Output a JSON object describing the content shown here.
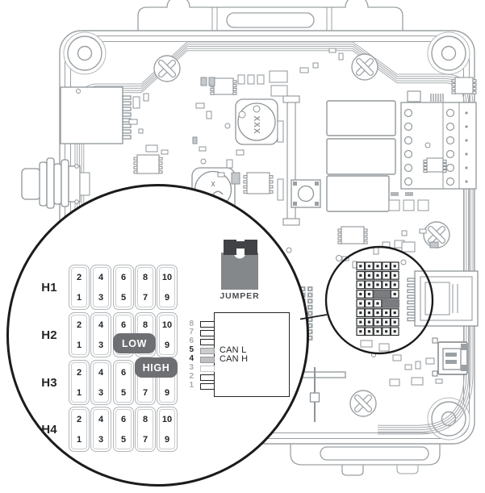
{
  "colors": {
    "enclosure_line": "#9ba0a3",
    "component_line": "#8f9498",
    "black": "#232527",
    "badge_gray": "#6d6f72",
    "jumper_body": "#85888b",
    "jumper_prong": "#414245",
    "cell_border": "#b2b6b9",
    "muted_number": "#a9acaf",
    "pin5_fill": "#cbcdcf",
    "pin4_fill": "#bec0c3"
  },
  "board": {
    "crystal_text": "XXX",
    "buzzer_text": "X",
    "callout": {
      "rows": 8,
      "cols": 5,
      "jumpered": [
        {
          "row": 3,
          "col_start": 2,
          "span": 2
        },
        {
          "row": 4,
          "col_start": 3,
          "span": 2
        }
      ]
    }
  },
  "magnifier": {
    "jumper_icon_label": "JUMPER",
    "headers": [
      {
        "label": "H1",
        "pins": [
          [
            "2",
            "1"
          ],
          [
            "4",
            "3"
          ],
          [
            "6",
            "5"
          ],
          [
            "8",
            "7"
          ],
          [
            "10",
            "9"
          ]
        ],
        "jumper": null
      },
      {
        "label": "H2",
        "pins": [
          [
            "2",
            "1"
          ],
          [
            "4",
            "3"
          ],
          [
            "6",
            ""
          ],
          [
            "8",
            ""
          ],
          [
            "10",
            "9"
          ]
        ],
        "jumper": {
          "label": "LOW",
          "position": "bottom",
          "col_start": 2,
          "span": 2
        }
      },
      {
        "label": "H3",
        "pins": [
          [
            "2",
            "1"
          ],
          [
            "4",
            "3"
          ],
          [
            "6",
            "5"
          ],
          [
            "",
            "7"
          ],
          [
            "",
            "9"
          ]
        ],
        "jumper": {
          "label": "HIGH",
          "position": "top",
          "col_start": 3,
          "span": 2
        }
      },
      {
        "label": "H4",
        "pins": [
          [
            "2",
            "1"
          ],
          [
            "4",
            "3"
          ],
          [
            "6",
            "5"
          ],
          [
            "8",
            "7"
          ],
          [
            "10",
            "9"
          ]
        ],
        "jumper": null
      }
    ],
    "connector": {
      "pin_numbers": [
        "8",
        "7",
        "6",
        "5",
        "4",
        "3",
        "2",
        "1"
      ],
      "pin_states": [
        "open",
        "open",
        "open",
        "can_l",
        "can_h",
        "faint",
        "open",
        "open"
      ],
      "emphasized": [
        "5",
        "4"
      ],
      "signals": [
        {
          "pin": "5",
          "label": "CAN L"
        },
        {
          "pin": "4",
          "label": "CAN H"
        }
      ]
    }
  }
}
